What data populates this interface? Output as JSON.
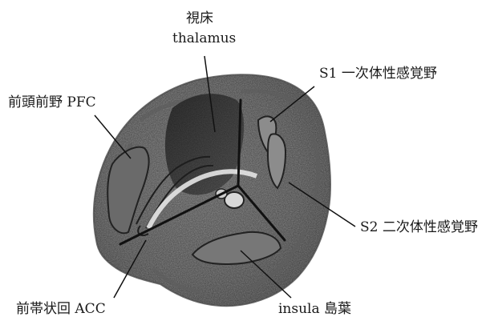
{
  "labels": {
    "thalamus_jp": "視床",
    "thalamus_en": "thalamus",
    "pfc": "前頭前野 PFC",
    "s1": "S1 一次体性感覚野",
    "s2": "S2 二次体性感覚野",
    "acc": "前帯状回 ACC",
    "insula": "insula 島葉"
  }
}
